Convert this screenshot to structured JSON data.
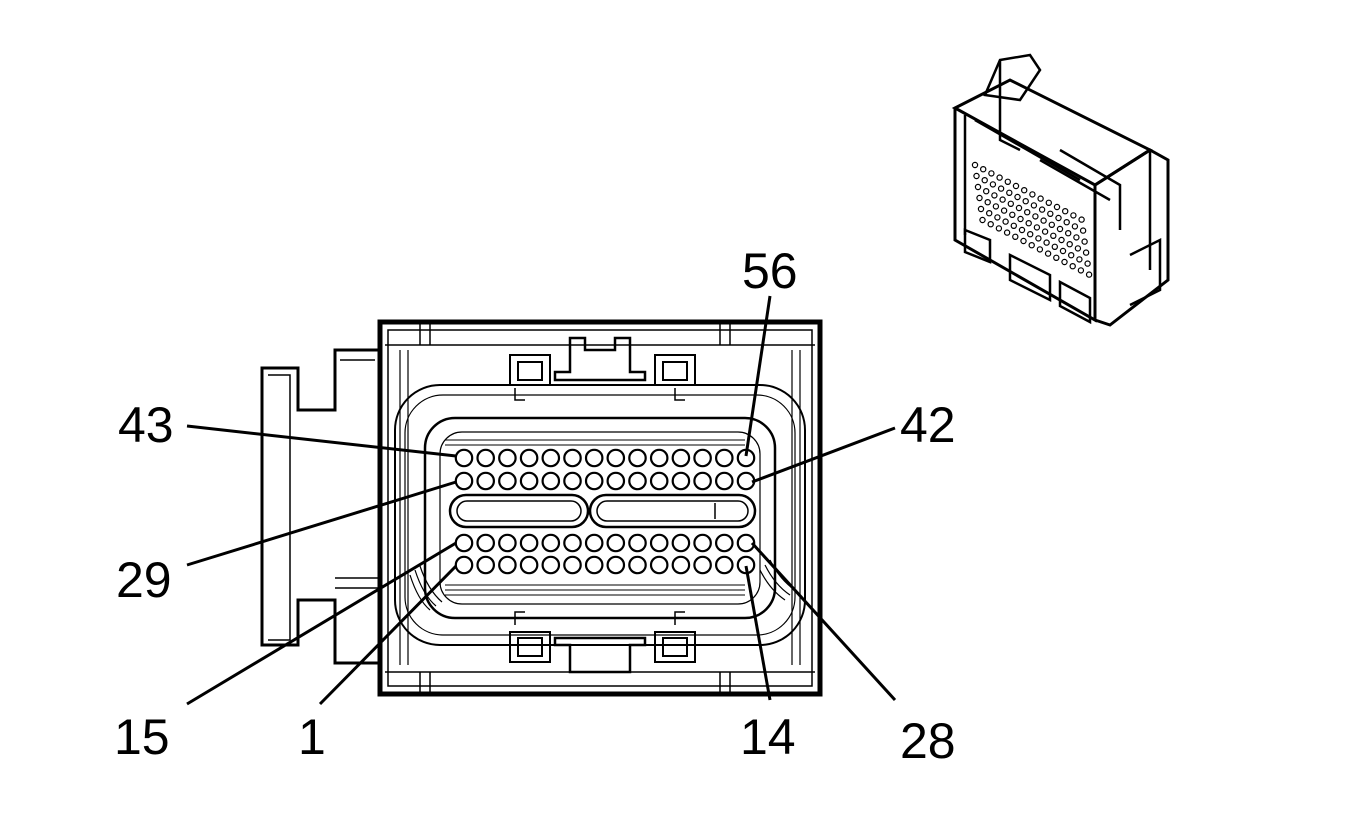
{
  "labels": {
    "pin_43": "43",
    "pin_29": "29",
    "pin_15": "15",
    "pin_1": "1",
    "pin_56": "56",
    "pin_42": "42",
    "pin_14": "14",
    "pin_28": "28"
  },
  "connector": {
    "rows": 4,
    "pins_per_row": 14,
    "total_pins": 56
  },
  "colors": {
    "line": "#000000",
    "background": "#ffffff"
  }
}
